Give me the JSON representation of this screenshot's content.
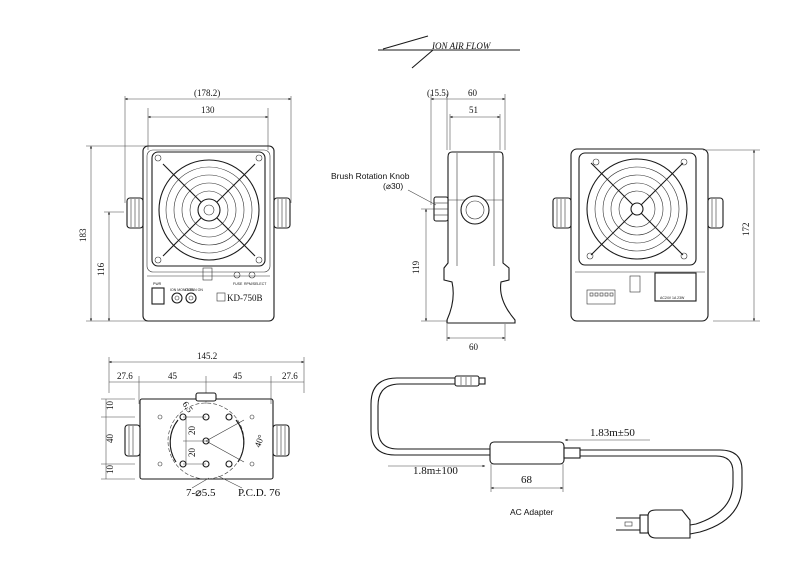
{
  "airflow_label": "ION AIR FLOW",
  "front_view": {
    "width_overall": "(178.2)",
    "width_body": "130",
    "height_overall": "183",
    "height_axis": "116",
    "model": "KD-750B",
    "panel_labels": [
      "PWR",
      "ION MONITOR",
      "CLEAN ON",
      "FUSE",
      "RPM/SELECT"
    ]
  },
  "side_view": {
    "knob_label": "Brush Rotation Knob",
    "knob_diameter": "(⌀30)",
    "width_knob": "(15.5)",
    "width_top": "60",
    "width_body": "51",
    "height_axis": "119",
    "width_base": "60"
  },
  "rear_view": {
    "height": "172",
    "rating_label": "AC24V 1A 23W"
  },
  "bottom_view": {
    "width_total": "145.2",
    "left_offset": "27.6",
    "span_left": "45",
    "span_right": "45",
    "right_offset": "27.6",
    "edge_top": "10",
    "middle": "40",
    "edge_bottom": "10",
    "inner_a": "20",
    "inner_b": "20",
    "hole_spec": "6.5",
    "angle": "40°",
    "holes_callout": "7-⌀5.5",
    "pcd_callout": "P.C.D. 76"
  },
  "adapter": {
    "cord_upper": "1.83m±50",
    "cord_lower": "1.8m±100",
    "body_length": "68",
    "caption": "AC Adapter"
  }
}
